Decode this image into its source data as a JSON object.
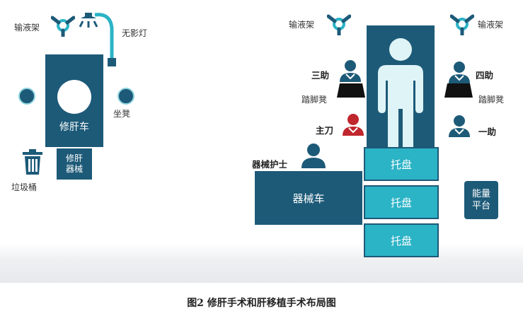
{
  "labels": {
    "iv_stand_left": "输液架",
    "surgical_light": "无影灯",
    "stool_left": "坐凳",
    "trash_bin": "垃圾桶",
    "iv_stand_mid": "输液架",
    "iv_stand_right": "输液架",
    "third_assistant": "三助",
    "fourth_assistant": "四助",
    "footstool_left": "踏脚凳",
    "footstool_right": "踏脚凳",
    "chief_surgeon": "主刀",
    "first_assistant": "一助",
    "scrub_nurse": "器械护士"
  },
  "boxes": {
    "liver_repair_cart": "修肝车",
    "liver_instruments_line1": "修肝",
    "liver_instruments_line2": "器械",
    "instrument_cart": "器械车",
    "tray_1": "托盘",
    "tray_2": "托盘",
    "tray_3": "托盘",
    "energy_line1": "能量",
    "energy_line2": "平台"
  },
  "caption": "图2 修肝手术和肝移植手术布局图",
  "colors": {
    "navy": "#1d5a78",
    "teal": "#2bb3c6",
    "red": "#c0262d",
    "body_silhouette": "#dff4f7"
  }
}
